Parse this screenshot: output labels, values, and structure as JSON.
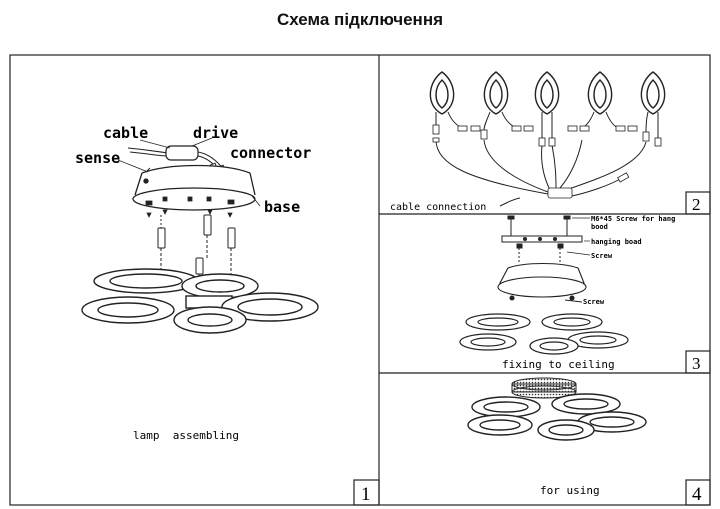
{
  "title": "Схема підключення",
  "panels": [
    {
      "number": "1",
      "caption": "lamp  assembling",
      "callouts": {
        "cable": "cable",
        "drive": "drive",
        "sense": "sense",
        "connector": "connector",
        "base": "base"
      }
    },
    {
      "number": "2",
      "caption": "cable connection"
    },
    {
      "number": "3",
      "caption": "fixing to ceiling",
      "callouts": {
        "screw_hang": "M6*45 Screw for hang",
        "screw_hang_2": "bood",
        "hanging_board": "hanging boad",
        "screw_a": "Screw",
        "screw_b": "Screw"
      }
    },
    {
      "number": "4",
      "caption": "for using"
    }
  ]
}
